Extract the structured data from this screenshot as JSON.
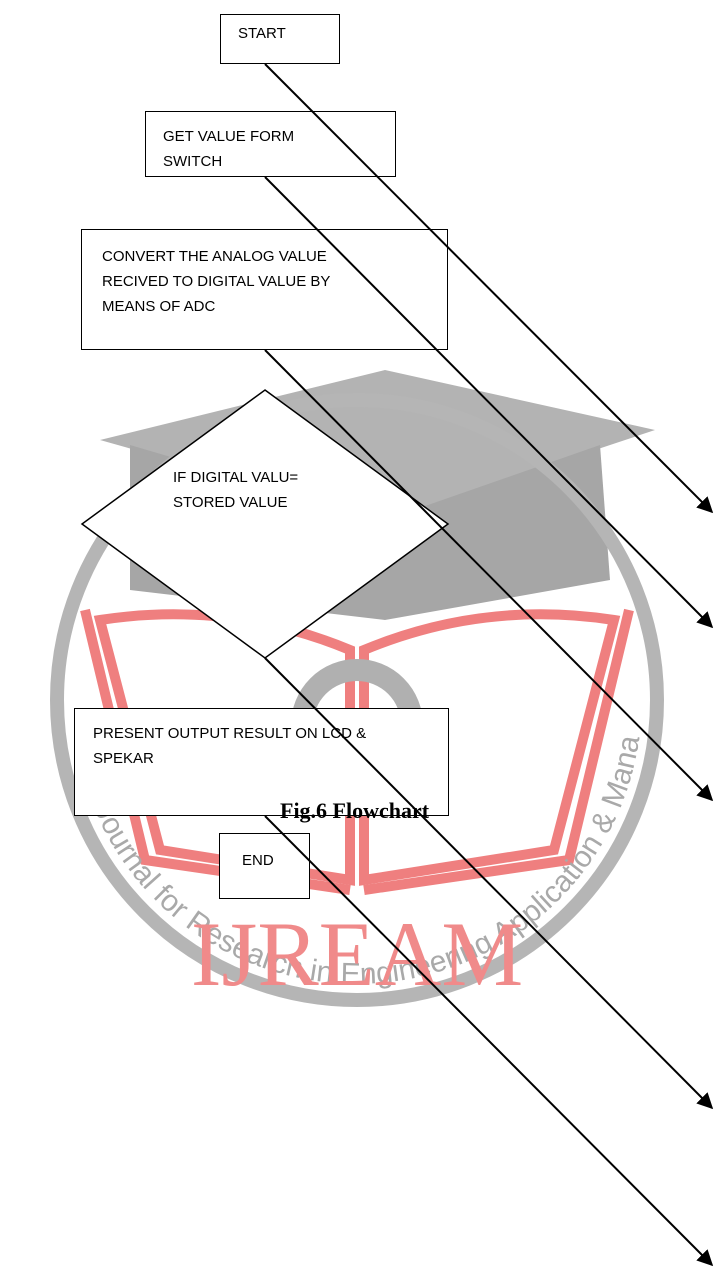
{
  "watermark": {
    "journal_name": "International Journal for Research in Engineering Application & Management",
    "acronym": "IJREAM",
    "colors": {
      "gray": "#a6a6a6",
      "red": "#f08a8a",
      "red_stroke": "#ee6e6e"
    }
  },
  "flowchart": {
    "start": "START",
    "get_value": "GET VALUE FORM\nSWITCH",
    "convert": "CONVERT THE ANALOG VALUE\nRECIVED TO DIGITAL VALUE BY\nMEANS OF ADC",
    "decision": "IF DIGITAL VALU=\nSTORED VALUE",
    "output": "PRESENT OUTPUT RESULT ON LCD &\nSPEKAR",
    "end": "END"
  },
  "caption": "Fig.6 Flowchart"
}
